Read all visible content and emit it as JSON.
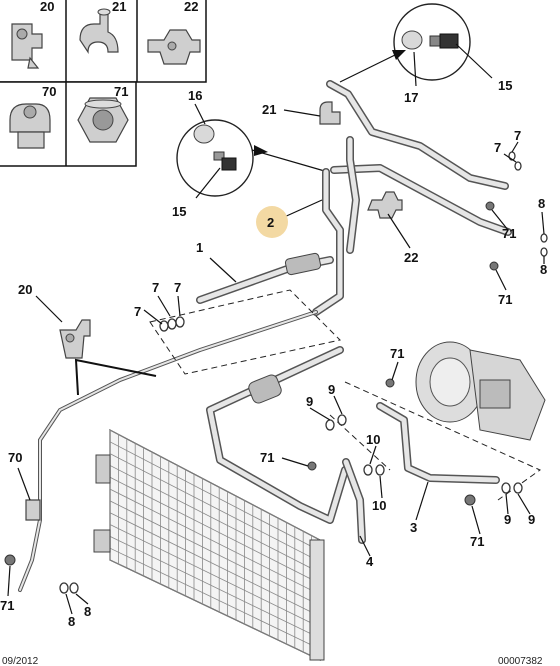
{
  "callouts": {
    "c20_top": "20",
    "c21_top": "21",
    "c22_top": "22",
    "c70_top": "70",
    "c71_top": "71",
    "c16": "16",
    "c15_left": "15",
    "c17": "17",
    "c15_right": "15",
    "c21_mid": "21",
    "c2": "2",
    "c1": "1",
    "c7_a": "7",
    "c7_b": "7",
    "c7_c": "7",
    "c7_r1": "7",
    "c7_r2": "7",
    "c8_r1": "8",
    "c8_r2": "8",
    "c71_r1": "71",
    "c71_r2": "71",
    "c22_mid": "22",
    "c20_mid": "20",
    "c71_comp": "71",
    "c9_a": "9",
    "c9_b": "9",
    "c71_hose": "71",
    "c10_a": "10",
    "c10_b": "10",
    "c3": "3",
    "c4": "4",
    "c71_b": "71",
    "c9_c": "9",
    "c9_d": "9",
    "c70_left": "70",
    "c71_left": "71",
    "c8_bl1": "8",
    "c8_bl2": "8"
  },
  "footer": {
    "left": "09/2012",
    "right": "00007382"
  },
  "colors": {
    "highlight": "#f3d9a3",
    "ink": "#111111",
    "part": "#cfcfcf"
  }
}
